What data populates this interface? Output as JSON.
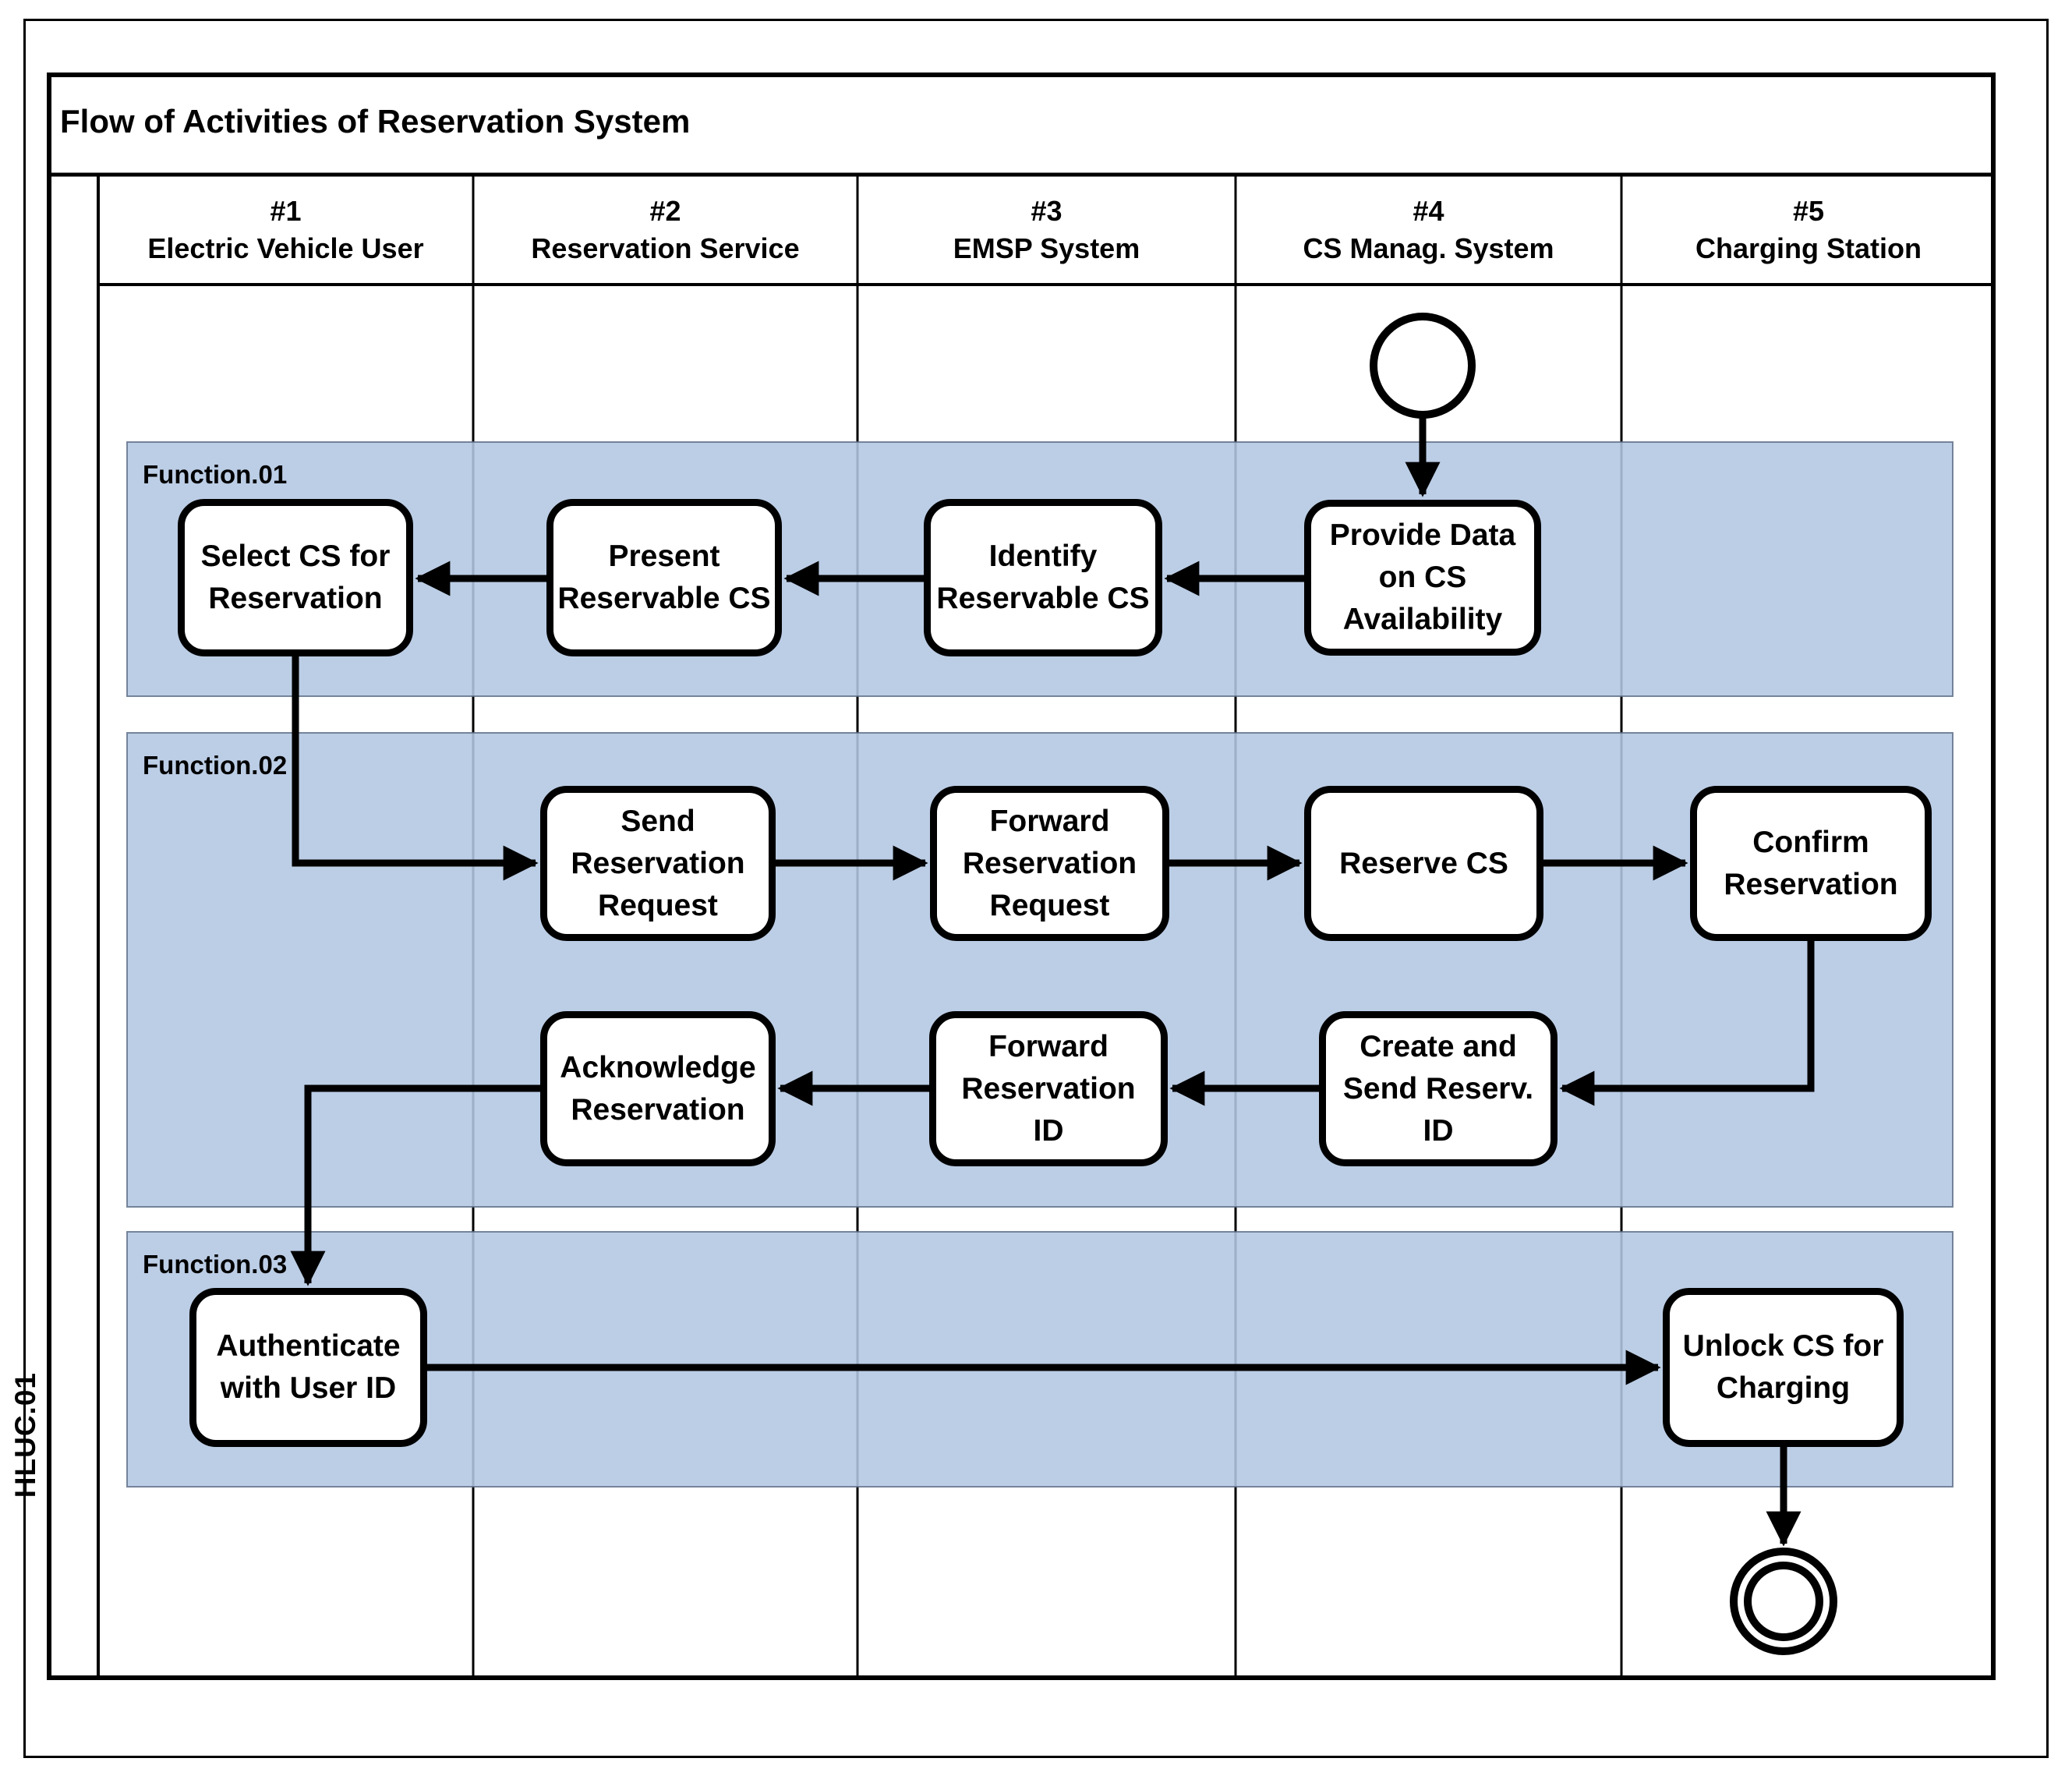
{
  "title": "Flow of Activities of Reservation System",
  "frame_label": "HLUC.01",
  "lanes": [
    {
      "number": "#1",
      "name": "Electric Vehicle User"
    },
    {
      "number": "#2",
      "name": "Reservation Service"
    },
    {
      "number": "#3",
      "name": "EMSP System"
    },
    {
      "number": "#4",
      "name": "CS Manag. System"
    },
    {
      "number": "#5",
      "name": "Charging Station"
    }
  ],
  "bands": [
    {
      "label": "Function.01"
    },
    {
      "label": "Function.02"
    },
    {
      "label": "Function.03"
    }
  ],
  "nodes": {
    "select_cs": {
      "label": "Select CS for\nReservation"
    },
    "present_cs": {
      "label": "Present\nReservable CS"
    },
    "identify_cs": {
      "label": "Identify\nReservable CS"
    },
    "provide_data": {
      "label": "Provide Data\non CS\nAvailability"
    },
    "send_request": {
      "label": "Send\nReservation\nRequest"
    },
    "forward_request": {
      "label": "Forward\nReservation\nRequest"
    },
    "reserve_cs": {
      "label": "Reserve CS"
    },
    "confirm_res": {
      "label": "Confirm\nReservation"
    },
    "create_id": {
      "label": "Create and\nSend Reserv.\nID"
    },
    "forward_id": {
      "label": "Forward\nReservation\nID"
    },
    "acknowledge": {
      "label": "Acknowledge\nReservation"
    },
    "authenticate": {
      "label": "Authenticate\nwith User ID"
    },
    "unlock_cs": {
      "label": "Unlock CS for\nCharging"
    }
  },
  "colors": {
    "band_fill": "#b3c7e2",
    "band_border": "#5b6b84",
    "line": "#000000",
    "node_fill": "#ffffff"
  }
}
